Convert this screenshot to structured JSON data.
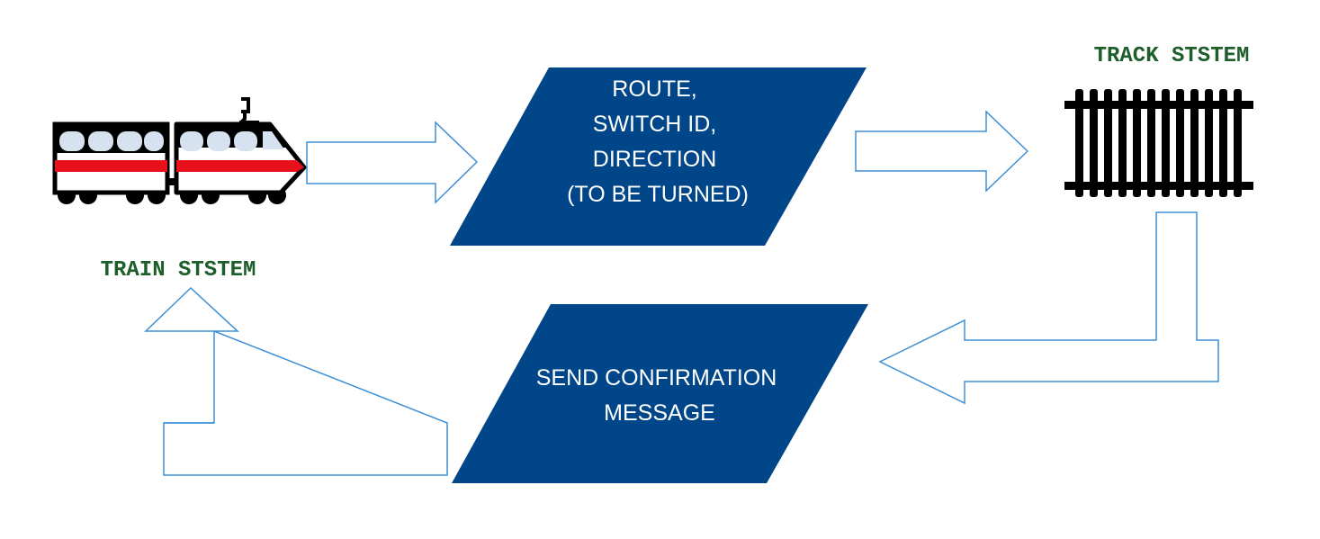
{
  "nodes": {
    "train": {
      "label": "TRAIN STSTEM",
      "icon": "train-icon"
    },
    "track": {
      "label": "TRACK STSTEM",
      "icon": "railway-track-icon"
    },
    "request_box": {
      "lines": [
        "ROUTE,",
        "SWITCH ID,",
        "DIRECTION",
        "(TO BE TURNED)"
      ]
    },
    "confirm_box": {
      "lines": [
        "SEND CONFIRMATION",
        "MESSAGE"
      ]
    }
  },
  "colors": {
    "box_fill": "#004688",
    "label_green": "#1e5e2a",
    "arrow_outline": "#3d8fd6"
  }
}
